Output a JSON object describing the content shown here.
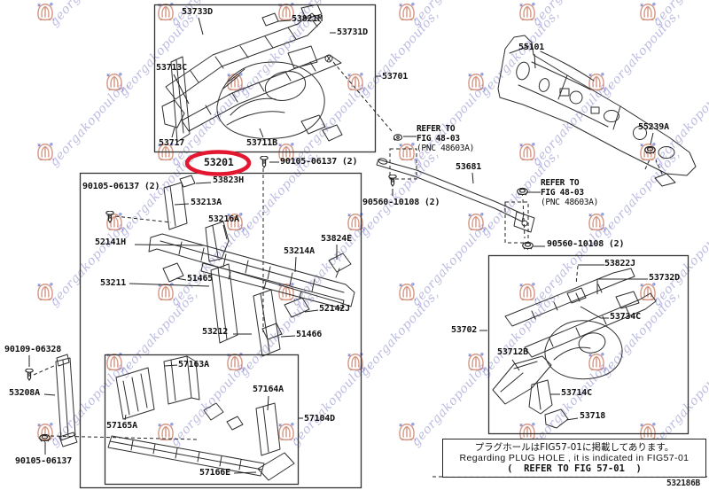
{
  "watermark": {
    "text": "georgakopoulos,",
    "logo_name": "georgakopoulos-crest-logo",
    "text_color": "#7b7bc6",
    "logo_color": "#c8795f",
    "logo_accent": "#4f63c8"
  },
  "diagram": {
    "highlighted_part": "53201",
    "highlight_color": "#e3172f",
    "labels": {
      "p53733D": "53733D",
      "p53821M": "53821M",
      "p53731D": "53731D",
      "p53713C": "53713C",
      "p53717": "53717",
      "p53711B": "53711B",
      "p53701": "53701",
      "p53201": "53201",
      "b90105_top": "90105-06137 (2)",
      "p53823H": "53823H",
      "p53213A": "53213A",
      "p53216A": "53216A",
      "p52141H": "52141H",
      "p53211": "53211",
      "p51465": "51465",
      "p53212": "53212",
      "p52142J": "52142J",
      "p51466": "51466",
      "p53214A": "53214A",
      "p53824E": "53824E",
      "b90105_left": "90105-06137 (2)",
      "b90109": "90109-06328",
      "p53208A": "53208A",
      "b90105_bottom": "90105-06137",
      "p57163A": "57163A",
      "p57165A": "57165A",
      "p57164A": "57164A",
      "p57104D": "57104D",
      "p57166E": "57166E",
      "p55101": "55101",
      "p55239A": "55239A",
      "p53681": "53681",
      "b90560_a": "90560-10108 (2)",
      "b90560_b": "90560-10108 (2)",
      "p53702": "53702",
      "p53822J": "53822J",
      "p53732D": "53732D",
      "p53734C": "53734C",
      "p53712B": "53712B",
      "p53714C": "53714C",
      "p53718": "53718"
    },
    "refer_note_top": {
      "line1": "REFER TO",
      "line2": "FIG 48-03",
      "line3": "(PNC 48603A)"
    },
    "refer_note_mid": {
      "line1": "REFER TO",
      "line2": "FIG 48-03",
      "line3": "(PNC 48603A)"
    },
    "footnote": {
      "jp": "プラグホールはFIG57-01に掲載してあります。",
      "en": "Regarding PLUG HOLE , it is indicated in FIG57-01",
      "ref": "(  REFER TO FIG 57-01  )"
    },
    "doc_code": "532186B"
  }
}
